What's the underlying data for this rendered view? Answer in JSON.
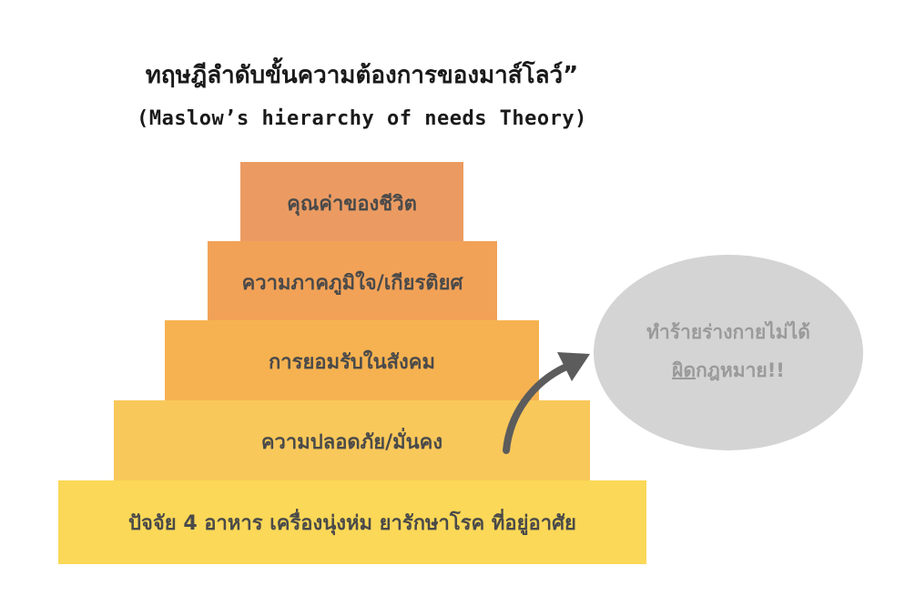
{
  "title": {
    "thai": "ทฤษฎีลำดับขั้นความต้องการของมาส์โลว์”",
    "english": "(Maslow’s hierarchy of needs  Theory)"
  },
  "pyramid": {
    "tiers": [
      {
        "level": 5,
        "label": "คุณค่าของชีวิต",
        "color": "#eb9b62"
      },
      {
        "level": 4,
        "label": "ความภาคภูมิใจ/เกียรติยศ",
        "color": "#f2a257"
      },
      {
        "level": 3,
        "label": "การยอมรับในสังคม",
        "color": "#f6b250"
      },
      {
        "level": 2,
        "label": "ความปลอดภัย/มั่นคง",
        "color": "#f9c85a"
      },
      {
        "level": 1,
        "label": "ปัจจัย 4 อาหาร เครื่องนุ่งห่ม ยารักษาโรค ที่อยู่อาศัย",
        "color": "#fbd857"
      }
    ]
  },
  "callout": {
    "line1": "ทำร้ายร่างกายไม่ได้",
    "line2_underlined": "ผิด",
    "line2_rest": "กฎหมาย!!",
    "color": "#d4d4d4"
  },
  "arrow": {
    "icon": "curved-arrow-icon",
    "color": "#5c5c5c"
  }
}
